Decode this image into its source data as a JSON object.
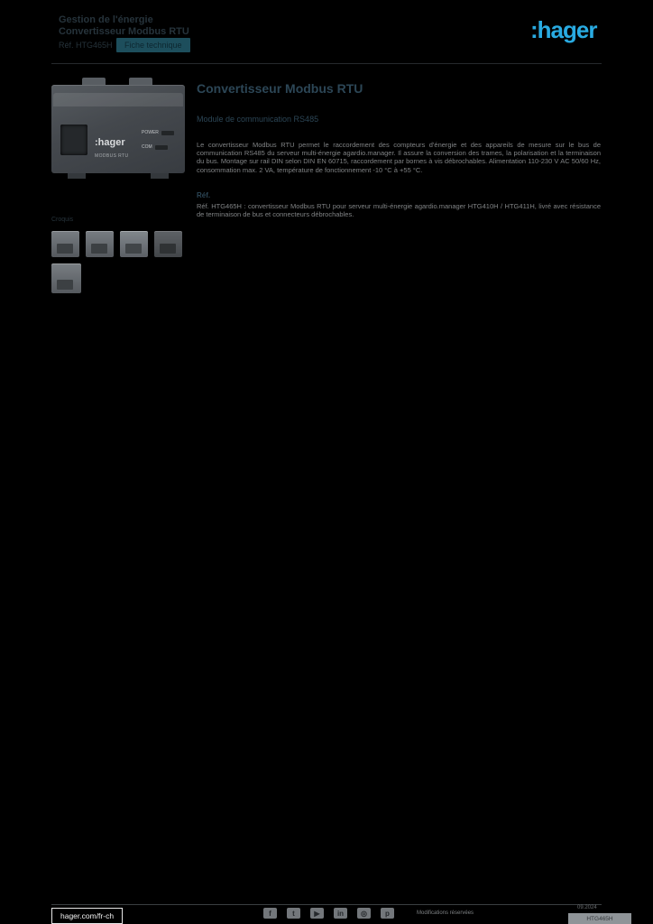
{
  "header": {
    "title_line1": "Gestion de l'énergie",
    "title_line2": "Convertisseur Modbus RTU",
    "ref_line": "Réf. HTG465H",
    "banner": "Fiche technique",
    "logo_text": ":hager",
    "logo_color": "#29abe2",
    "banner_color": "#1d4e5c"
  },
  "product_image": {
    "brand": ":hager",
    "model_label": "MODBUS RTU",
    "led_power": "POWER",
    "led_com": "COM"
  },
  "main": {
    "title": "Convertisseur Modbus RTU",
    "subtitle": "Module de communication RS485",
    "description": "Le convertisseur Modbus RTU permet le raccordement des compteurs d'énergie et des appareils de mesure sur le bus de communication RS485 du serveur multi-énergie agardio.manager. Il assure la conversion des trames, la polarisation et la terminaison du bus. Montage sur rail DIN selon DIN EN 60715, raccordement par bornes à vis débrochables. Alimentation 110-230 V AC 50/60 Hz, consommation max. 2 VA, température de fonctionnement -10 °C à +55 °C.",
    "ref_label": "Réf.",
    "ref_text": "Réf. HTG465H : convertisseur Modbus RTU pour serveur multi-énergie agardio.manager HTG410H / HTG411H, livré avec résistance de terminaison de bus et connecteurs débrochables."
  },
  "gallery": {
    "caption": "Croquis"
  },
  "footer": {
    "website": "hager.com/fr-ch",
    "icons": [
      "facebook",
      "twitter",
      "youtube",
      "linkedin",
      "instagram",
      "pinterest"
    ],
    "note": "Modifications réservées",
    "small_right": "09.2024",
    "page_box": "HTG465H"
  }
}
